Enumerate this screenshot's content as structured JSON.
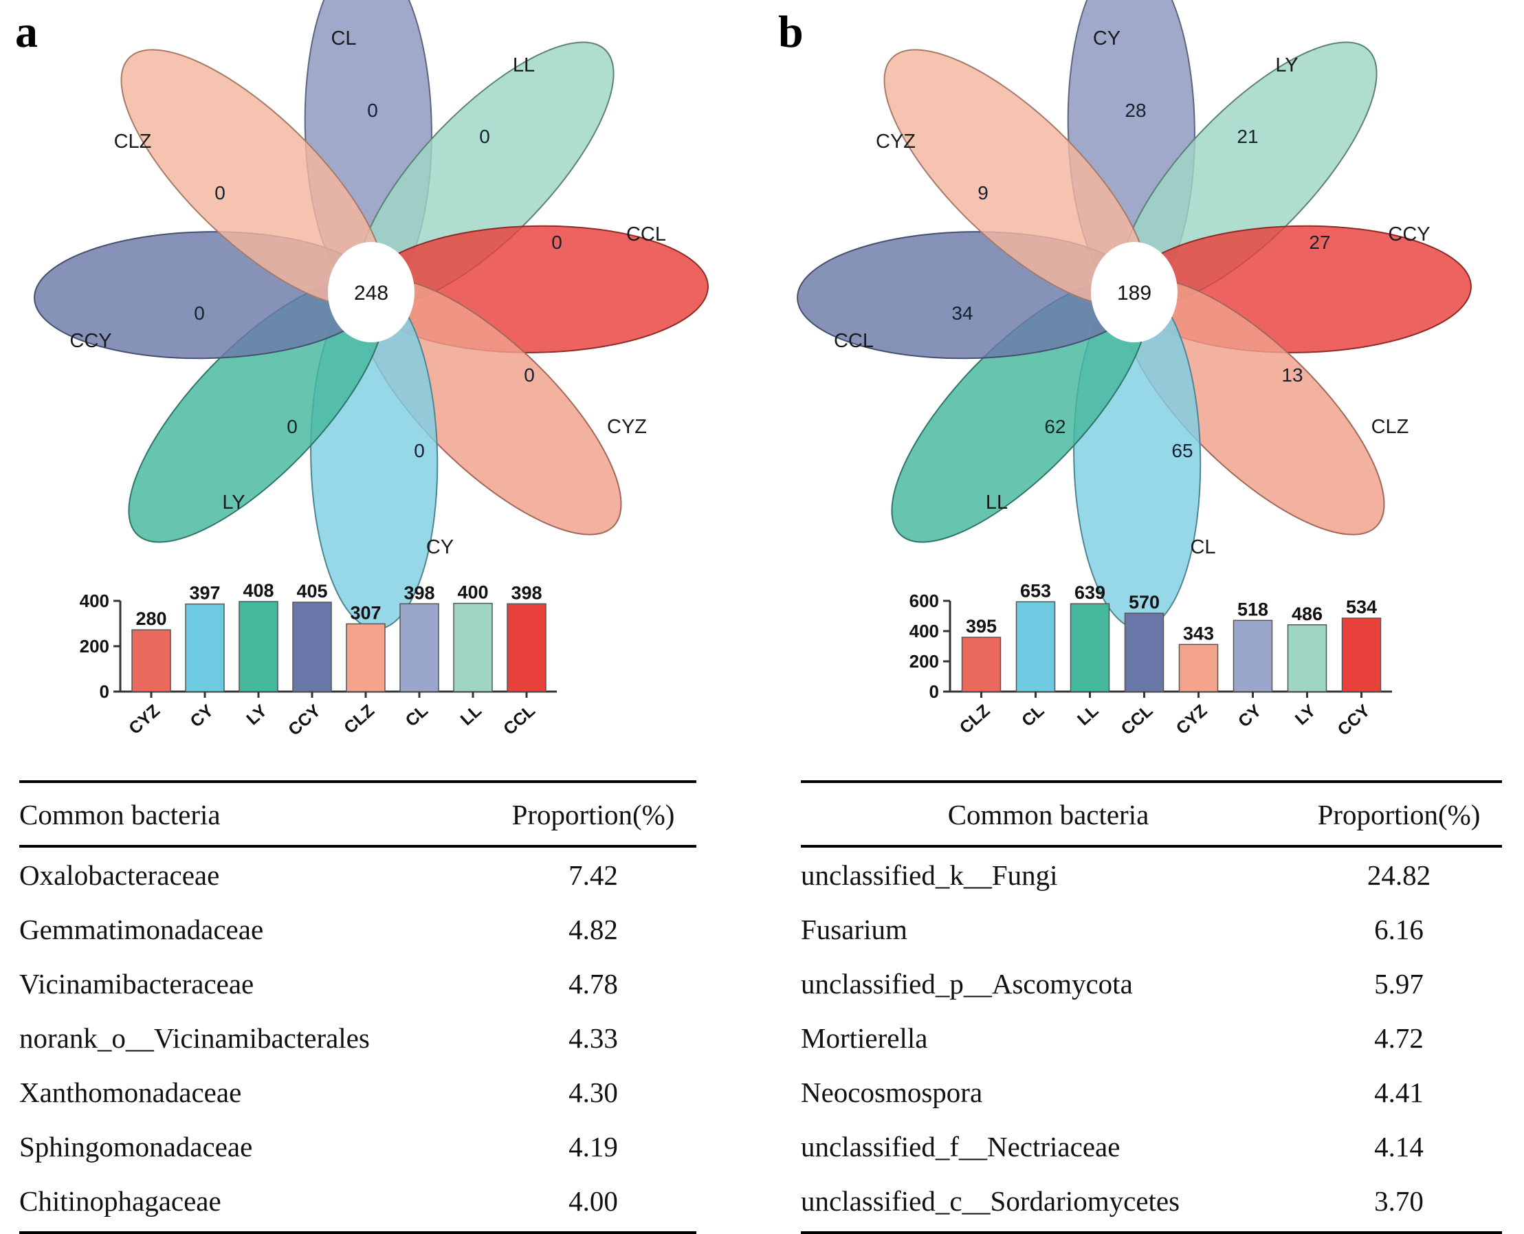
{
  "panels": [
    {
      "letter": "a",
      "venn": {
        "core": "248",
        "petals": [
          {
            "label": "CL",
            "count": "0",
            "color": "#8b96bd"
          },
          {
            "label": "LL",
            "count": "0",
            "color": "#9ed5c5"
          },
          {
            "label": "CCL",
            "count": "0",
            "color": "#e8413c"
          },
          {
            "label": "CYZ",
            "count": "0",
            "color": "#f0a08b"
          },
          {
            "label": "CY",
            "count": "0",
            "color": "#7fcfe3"
          },
          {
            "label": "LY",
            "count": "0",
            "color": "#45b89e"
          },
          {
            "label": "CCY",
            "count": "0",
            "color": "#6b7aa8"
          },
          {
            "label": "CLZ",
            "count": "0",
            "color": "#f4b6a0"
          }
        ]
      },
      "chart_data": {
        "type": "bar",
        "title": "",
        "xlabel": "",
        "ylabel": "",
        "grid": false,
        "legend": "none",
        "ylim": [
          0,
          430
        ],
        "yticks": [
          "0",
          "200",
          "400"
        ],
        "categories": [
          "CYZ",
          "CY",
          "LY",
          "CCY",
          "CLZ",
          "CL",
          "LL",
          "CCL"
        ],
        "values": [
          280,
          397,
          408,
          405,
          307,
          398,
          400,
          398
        ],
        "colors": [
          "#ea6a5e",
          "#6ecae0",
          "#45b89e",
          "#6877a8",
          "#f4a38c",
          "#9aa6cc",
          "#9ed5c5",
          "#e8413c"
        ]
      },
      "table": {
        "headers": [
          "Common bacteria",
          "Proportion(%)"
        ],
        "rows": [
          {
            "name": "Oxalobacteraceae",
            "prop": "7.42"
          },
          {
            "name": "Gemmatimonadaceae",
            "prop": "4.82"
          },
          {
            "name": "Vicinamibacteraceae",
            "prop": "4.78"
          },
          {
            "name": "norank_o__Vicinamibacterales",
            "prop": "4.33"
          },
          {
            "name": "Xanthomonadaceae",
            "prop": "4.30"
          },
          {
            "name": "Sphingomonadaceae",
            "prop": "4.19"
          },
          {
            "name": "Chitinophagaceae",
            "prop": "4.00"
          }
        ]
      }
    },
    {
      "letter": "b",
      "venn": {
        "core": "189",
        "petals": [
          {
            "label": "CY",
            "count": "28",
            "color": "#8b96bd"
          },
          {
            "label": "LY",
            "count": "21",
            "color": "#9ed5c5"
          },
          {
            "label": "CCY",
            "count": "27",
            "color": "#e8413c"
          },
          {
            "label": "CLZ",
            "count": "13",
            "color": "#f0a08b"
          },
          {
            "label": "CL",
            "count": "65",
            "color": "#7fcfe3"
          },
          {
            "label": "LL",
            "count": "62",
            "color": "#45b89e"
          },
          {
            "label": "CCL",
            "count": "34",
            "color": "#6b7aa8"
          },
          {
            "label": "CYZ",
            "count": "9",
            "color": "#f4b6a0"
          }
        ]
      },
      "chart_data": {
        "type": "bar",
        "title": "",
        "xlabel": "",
        "ylabel": "",
        "grid": false,
        "legend": "none",
        "ylim": [
          0,
          690
        ],
        "yticks": [
          "0",
          "200",
          "400",
          "600"
        ],
        "categories": [
          "CLZ",
          "CL",
          "LL",
          "CCL",
          "CYZ",
          "CY",
          "LY",
          "CCY"
        ],
        "values": [
          395,
          653,
          639,
          570,
          343,
          518,
          486,
          534
        ],
        "colors": [
          "#ea6a5e",
          "#6ecae0",
          "#45b89e",
          "#6877a8",
          "#f4a38c",
          "#9aa6cc",
          "#9ed5c5",
          "#e8413c"
        ]
      },
      "table": {
        "headers": [
          "Common bacteria",
          "Proportion(%)"
        ],
        "rows": [
          {
            "name": "unclassified_k__Fungi",
            "prop": "24.82"
          },
          {
            "name": "Fusarium",
            "prop": "6.16"
          },
          {
            "name": "unclassified_p__Ascomycota",
            "prop": "5.97"
          },
          {
            "name": "Mortierella",
            "prop": "4.72"
          },
          {
            "name": "Neocosmospora",
            "prop": "4.41"
          },
          {
            "name": "unclassified_f__Nectriaceae",
            "prop": "4.14"
          },
          {
            "name": "unclassified_c__Sordariomycetes",
            "prop": "3.70"
          }
        ]
      }
    }
  ]
}
